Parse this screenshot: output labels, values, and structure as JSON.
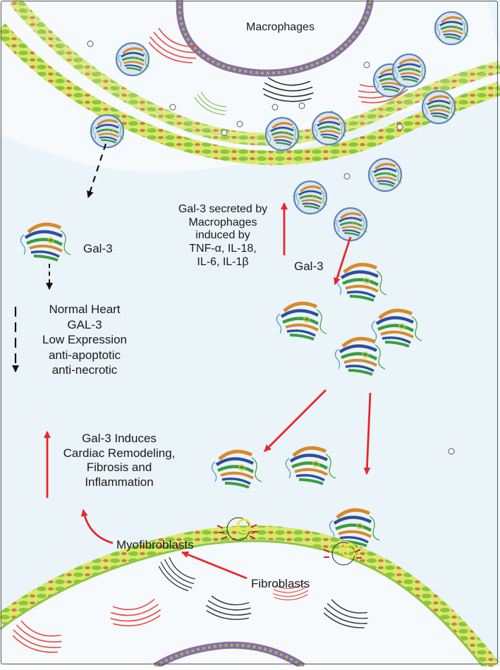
{
  "labels": {
    "macrophages": "Macrophages",
    "gal3_left": "Gal-3",
    "gal3_center": "Gal-3",
    "secreted": [
      "Gal-3 secreted by",
      "Macrophages",
      "induced by",
      "TNF-α, IL-18,",
      "IL-6, IL-1β"
    ],
    "normal_heart": [
      "Normal Heart",
      "GAL-3",
      "Low Expression",
      "anti-apoptotic",
      "anti-necrotic"
    ],
    "induces": [
      "Gal-3 Induces",
      "Cardiac Remodeling,",
      "Fibrosis and",
      "Inflammation"
    ],
    "myofibroblasts": "Myofibroblasts",
    "fibroblasts": "Fibroblasts"
  },
  "colors": {
    "background": "#ebf4f8",
    "membrane_green": "#8cc63f",
    "membrane_yellow": "#e6e84a",
    "membrane_red": "#c1272d",
    "red_arrow": "#e8262b",
    "vesicle_blue": "#5b86b5",
    "organelle_red": "#e8473f",
    "organelle_green": "#7ac143",
    "gal3_orange": "#d98a2b",
    "gal3_blue": "#2f4ea0",
    "gal3_green": "#3a9d3f"
  },
  "icons": [
    "gal3-protein-icon",
    "vesicle-icon",
    "membrane-icon",
    "receptor-icon"
  ]
}
